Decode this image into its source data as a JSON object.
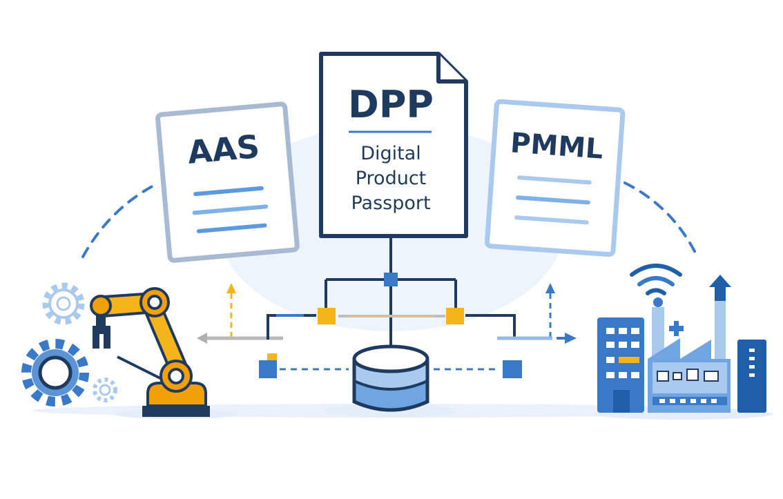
{
  "documents": {
    "aas": {
      "label": "AAS"
    },
    "dpp": {
      "label": "DPP",
      "subtitle_lines": [
        "Digital",
        "Product",
        "Passport"
      ]
    },
    "pmml": {
      "label": "PMML"
    }
  },
  "icons": {
    "robot": "robot-arm-icon",
    "gears": "gears-icon",
    "database": "database-icon",
    "factory": "factory-icon",
    "wifi": "wifi-icon"
  },
  "colors": {
    "navy": "#1f3a5f",
    "blue": "#3a78c8",
    "light_blue": "#a9c9ee",
    "yellow": "#f4b41a",
    "orange": "#f2a007",
    "bg_glow": "#eef4fb"
  }
}
